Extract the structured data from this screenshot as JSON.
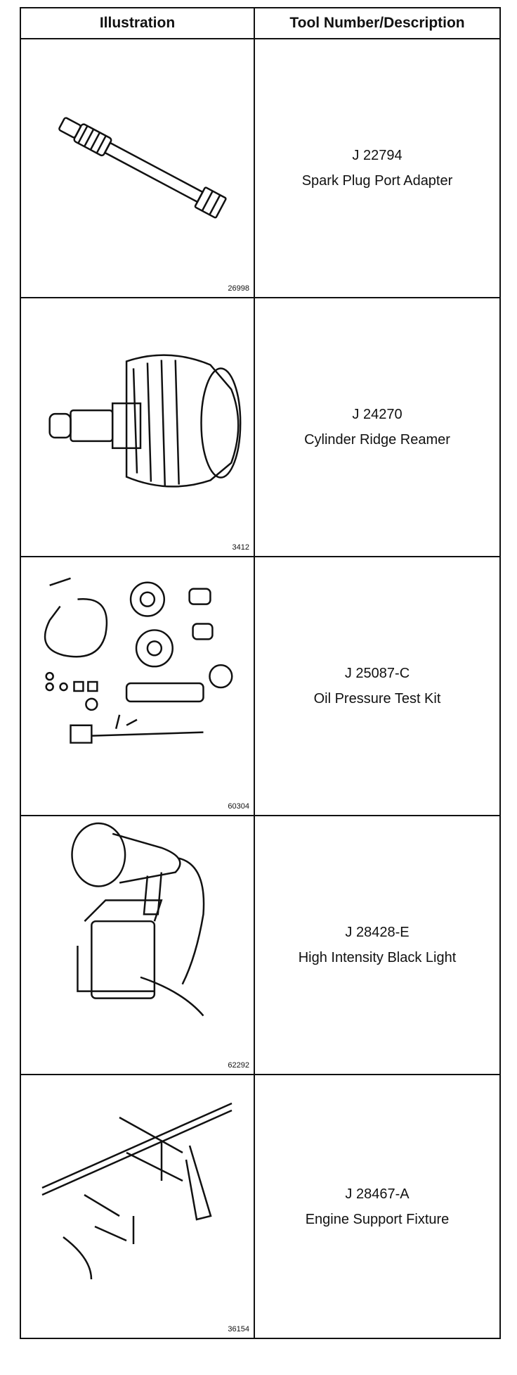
{
  "table": {
    "headers": {
      "illustration": "Illustration",
      "tool": "Tool Number/Description"
    },
    "rows": [
      {
        "figure": "26998",
        "tool_number": "J 22794",
        "description": "Spark Plug Port Adapter"
      },
      {
        "figure": "3412",
        "tool_number": "J 24270",
        "description": "Cylinder Ridge Reamer"
      },
      {
        "figure": "60304",
        "tool_number": "J 25087-C",
        "description": "Oil Pressure Test Kit"
      },
      {
        "figure": "62292",
        "tool_number": "J 28428-E",
        "description": "High Intensity Black Light"
      },
      {
        "figure": "36154",
        "tool_number": "J 28467-A",
        "description": "Engine Support Fixture"
      }
    ]
  }
}
